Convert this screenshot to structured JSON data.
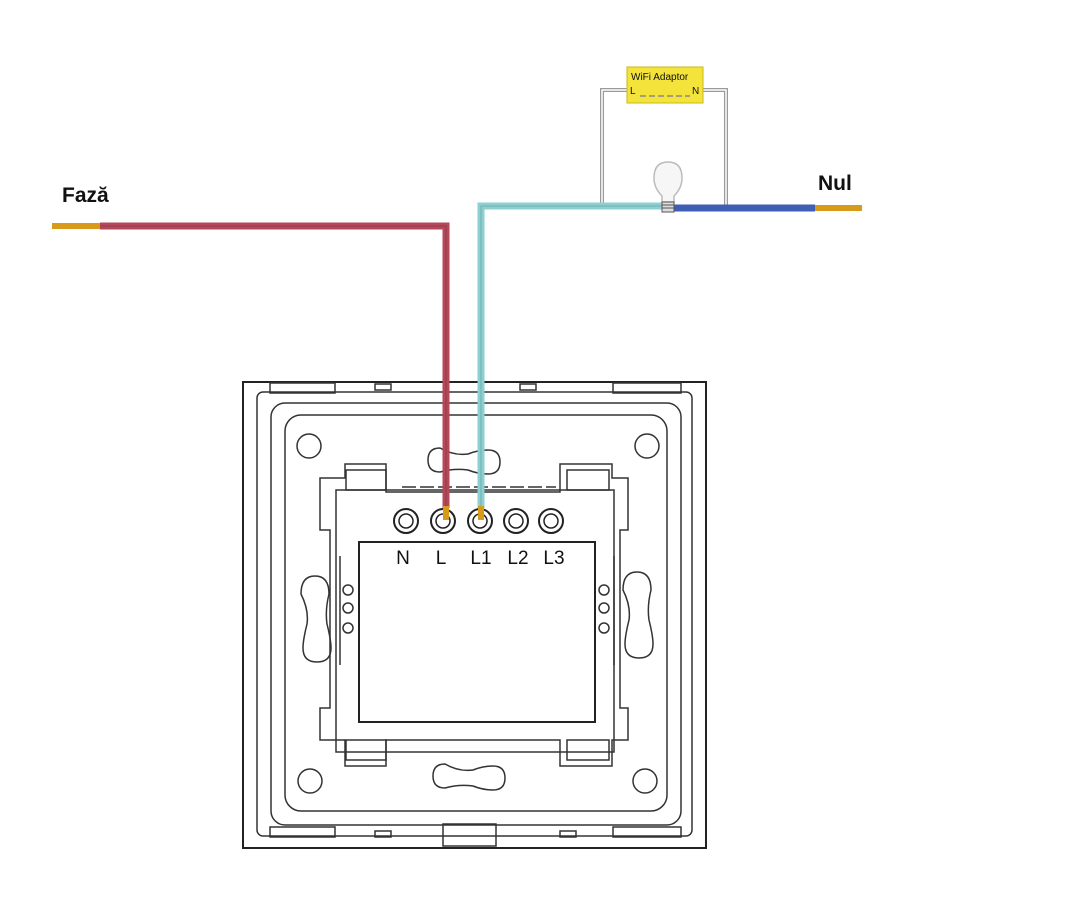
{
  "labels": {
    "phase": "Fază",
    "neutral": "Nul",
    "adapter_title": "WiFi Adaptor",
    "adapter_l": "L",
    "adapter_n": "N"
  },
  "terminals": [
    "N",
    "L",
    "L1",
    "L2",
    "L3"
  ],
  "colors": {
    "phase_wire": "#b5495b",
    "load_wire": "#8ecfcf",
    "neutral_wire": "#3f5fb5",
    "wire_tip": "#d79a1a",
    "adapter_fill": "#f3e33a",
    "adapter_wires": "#9a9a9a"
  },
  "icons": [
    "light-bulb-icon",
    "terminal-screw-icon"
  ]
}
